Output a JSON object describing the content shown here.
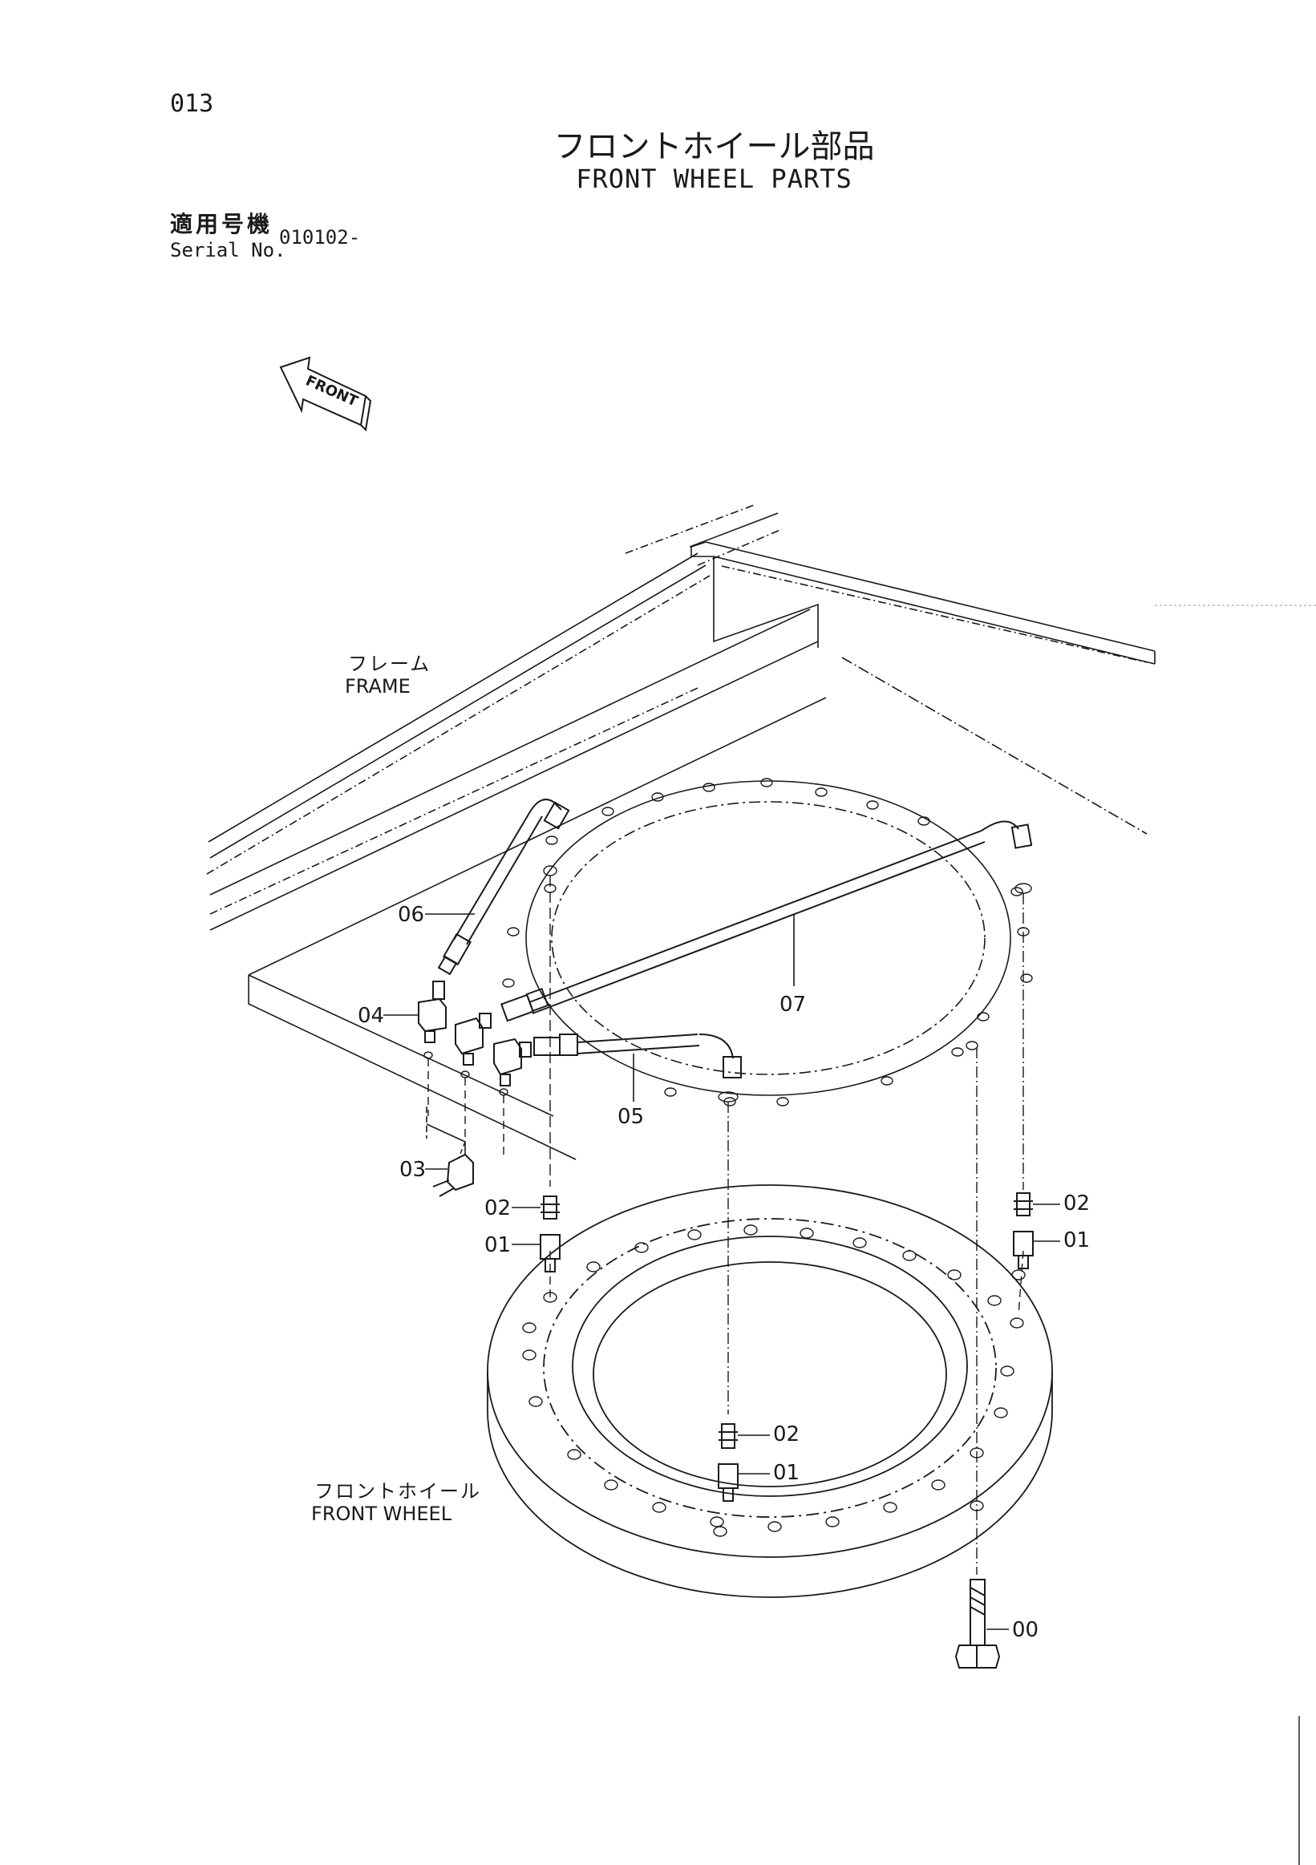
{
  "page_number": "013",
  "title_ja": "フロントホイール部品",
  "title_en": "FRONT WHEEL PARTS",
  "serial": {
    "label_ja": "適用号機",
    "label_en": "Serial No.",
    "value": "010102-"
  },
  "front_arrow_label": "FRONT",
  "frame_label": {
    "ja": "フレーム",
    "en": "FRAME"
  },
  "wheel_label": {
    "ja": "フロントホイール",
    "en": "FRONT WHEEL"
  },
  "callouts": {
    "c06": "06",
    "c04": "04",
    "c07": "07",
    "c05": "05",
    "c03": "03",
    "c02_left": "02",
    "c01_left": "01",
    "c02_right": "02",
    "c01_right": "01",
    "c02_bottom": "02",
    "c01_bottom": "01",
    "c00": "00"
  },
  "icons": [
    "front-direction-arrow-icon"
  ]
}
